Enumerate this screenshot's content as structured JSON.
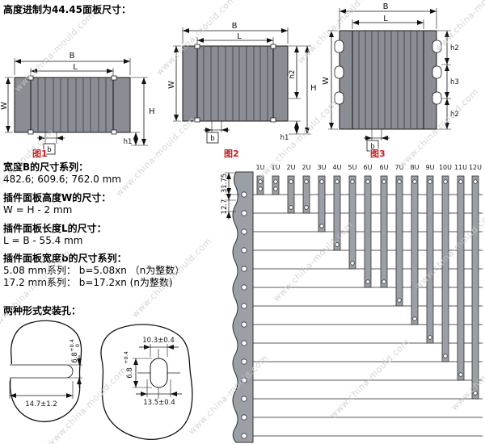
{
  "watermark": {
    "text": "www.china-mould.com"
  },
  "title": "高度进制为44.45面板尺寸：",
  "dims": {
    "B": "B",
    "L": "L",
    "W": "W",
    "H": "H",
    "h1": "h1",
    "h2": "h2",
    "h3": "h3",
    "b": "b"
  },
  "figures": [
    {
      "caption": "图1"
    },
    {
      "caption": "图2"
    },
    {
      "caption": "图3"
    }
  ],
  "notes": [
    {
      "heading": "宽度B的尺寸系列：",
      "lines": [
        "482.6; 609.6; 762.0 mm"
      ]
    },
    {
      "heading": "插件面板高度W的尺寸：",
      "lines": [
        "W = H - 2 mm"
      ]
    },
    {
      "heading": "插件面板长度L的尺寸：",
      "lines": [
        "L = B - 55.4 mm"
      ]
    },
    {
      "heading": "插件面板宽度b的尺寸系列：",
      "lines": [
        "5.08 mm系列： b=5.08xn （n为整数）",
        "17.2 mm系列： b=17.2xn (n为整数)"
      ]
    },
    {
      "heading": "两种形式安装孔：",
      "lines": []
    }
  ],
  "mounting": {
    "hole1": {
      "slot_length": "14.7±1.2",
      "slot_height": "6.8",
      "tol_upper": "+0.4",
      "tol_lower": "0"
    },
    "hole2": {
      "hole_width": "10.3±0.4",
      "outer_width": "13.5±0.4",
      "hole_height": "6.8",
      "tol_upper": "+0.4"
    }
  },
  "rack": {
    "unit_labels": [
      "1U",
      "1U",
      "2U",
      "2U",
      "3U",
      "4U",
      "5U",
      "6U",
      "6U",
      "7U",
      "8U",
      "9U",
      "10U",
      "11U",
      "12U"
    ],
    "pitch_dim": "31.75",
    "offset_dim": "12.7"
  }
}
